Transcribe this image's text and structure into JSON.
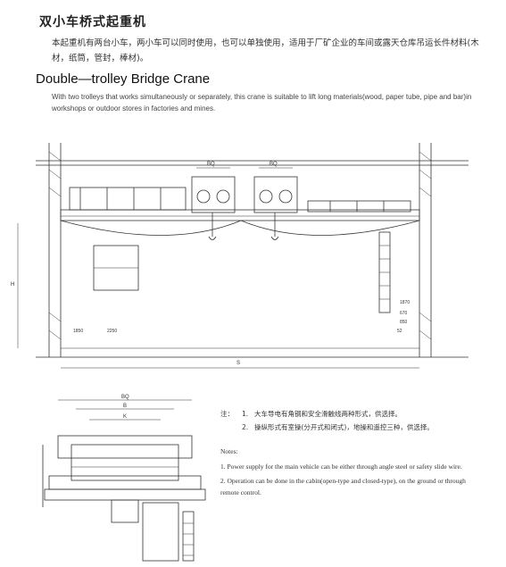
{
  "cn_title": "双小车桥式起重机",
  "cn_description": "本起重机有两台小车，两小车可以同时使用，也可以单独使用，适用于厂矿企业的车间或露天仓库吊运长件材料(木材，纸筒，管封，棒材)。",
  "en_title": "Double—trolley Bridge Crane",
  "en_description": "With two trolleys that works simultaneously or separately, this crane is suitable to lift long materials(wood, paper tube, pipe and bar)in workshops or outdoor stores in factories and mines.",
  "notes_cn": {
    "label": "注：",
    "items": [
      {
        "num": "1.",
        "text": "大车导电有角钢和安全滑触线两种形式，供选择。"
      },
      {
        "num": "2.",
        "text": "操纵形式有室操(分开式和闭式)，地操和遥控三种，供选择。"
      }
    ]
  },
  "notes_en": {
    "label": "Notes:",
    "items": [
      "1.  Power supply for the main vehicle can be either through angle steel or safety slide wire.",
      "2.  Operation can be done in the cabin(open-type and closed-type), on the ground or through remote control."
    ]
  },
  "drawing_labels": {
    "bq1": "BQ",
    "bq2": "BQ",
    "s": "S",
    "h": "H",
    "dim_1850": "1850",
    "dim_2250": "2250",
    "dim_52": "52",
    "dim_1870": "1870",
    "dim_670": "670",
    "dim_850": "850",
    "bq_bottom": "BQ",
    "b_bottom": "B",
    "k_bottom": "K"
  }
}
